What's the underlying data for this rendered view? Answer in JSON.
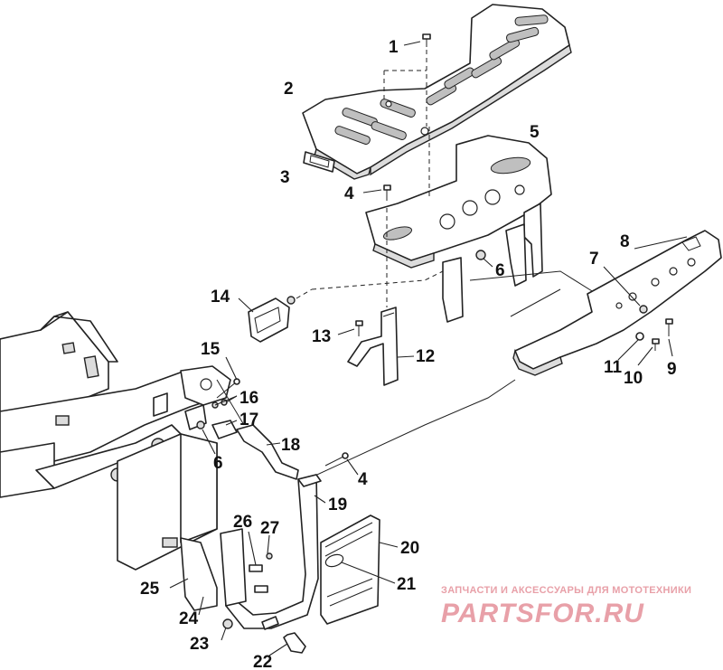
{
  "callouts": [
    {
      "id": "1",
      "label": "1"
    },
    {
      "id": "2",
      "label": "2"
    },
    {
      "id": "3",
      "label": "3"
    },
    {
      "id": "4a",
      "label": "4"
    },
    {
      "id": "5",
      "label": "5"
    },
    {
      "id": "6a",
      "label": "6"
    },
    {
      "id": "7",
      "label": "7"
    },
    {
      "id": "8",
      "label": "8"
    },
    {
      "id": "9",
      "label": "9"
    },
    {
      "id": "10",
      "label": "10"
    },
    {
      "id": "11",
      "label": "11"
    },
    {
      "id": "12",
      "label": "12"
    },
    {
      "id": "13",
      "label": "13"
    },
    {
      "id": "14",
      "label": "14"
    },
    {
      "id": "15",
      "label": "15"
    },
    {
      "id": "16",
      "label": "16"
    },
    {
      "id": "17",
      "label": "17"
    },
    {
      "id": "18",
      "label": "18"
    },
    {
      "id": "6b",
      "label": "6"
    },
    {
      "id": "4b",
      "label": "4"
    },
    {
      "id": "19",
      "label": "19"
    },
    {
      "id": "20",
      "label": "20"
    },
    {
      "id": "21",
      "label": "21"
    },
    {
      "id": "22",
      "label": "22"
    },
    {
      "id": "23",
      "label": "23"
    },
    {
      "id": "24",
      "label": "24"
    },
    {
      "id": "25",
      "label": "25"
    },
    {
      "id": "26",
      "label": "26"
    },
    {
      "id": "27",
      "label": "27"
    }
  ],
  "watermark": {
    "tagline": "ЗАПЧАСТИ И АКСЕССУАРЫ ДЛЯ МОТОТЕХНИКИ",
    "logo": "PARTSFOR.RU"
  },
  "colors": {
    "line": "#222222",
    "watermark": "#e8a0a8"
  }
}
